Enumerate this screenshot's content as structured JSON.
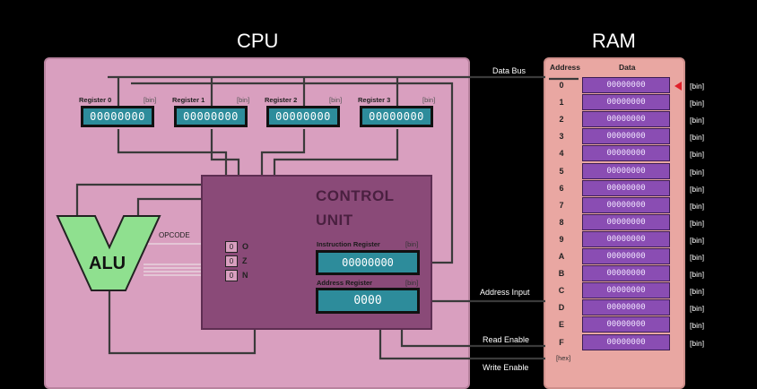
{
  "cpu": {
    "title": "CPU",
    "registers": [
      {
        "label": "Register 0",
        "tag": "[bin]",
        "value": "00000000"
      },
      {
        "label": "Register 1",
        "tag": "[bin]",
        "value": "00000000"
      },
      {
        "label": "Register 2",
        "tag": "[bin]",
        "value": "00000000"
      },
      {
        "label": "Register 3",
        "tag": "[bin]",
        "value": "00000000"
      }
    ],
    "alu": {
      "label": "ALU",
      "opcode_label": "OPCODE"
    },
    "flags": [
      {
        "name": "O",
        "value": "0"
      },
      {
        "name": "Z",
        "value": "0"
      },
      {
        "name": "N",
        "value": "0"
      }
    ],
    "control_unit": {
      "title_line1": "CONTROL",
      "title_line2": "UNIT",
      "instruction_register": {
        "label": "Instruction Register",
        "tag": "[bin]",
        "value": "00000000"
      },
      "address_register": {
        "label": "Address Register",
        "tag": "[bin]",
        "value": "0000"
      }
    }
  },
  "ram": {
    "title": "RAM",
    "address_header": "Address",
    "data_header": "Data",
    "address_format": "[hex]",
    "cells": [
      {
        "address": "0",
        "data": "00000000",
        "tag": "[bin]"
      },
      {
        "address": "1",
        "data": "00000000",
        "tag": "[bin]"
      },
      {
        "address": "2",
        "data": "00000000",
        "tag": "[bin]"
      },
      {
        "address": "3",
        "data": "00000000",
        "tag": "[bin]"
      },
      {
        "address": "4",
        "data": "00000000",
        "tag": "[bin]"
      },
      {
        "address": "5",
        "data": "00000000",
        "tag": "[bin]"
      },
      {
        "address": "6",
        "data": "00000000",
        "tag": "[bin]"
      },
      {
        "address": "7",
        "data": "00000000",
        "tag": "[bin]"
      },
      {
        "address": "8",
        "data": "00000000",
        "tag": "[bin]"
      },
      {
        "address": "9",
        "data": "00000000",
        "tag": "[bin]"
      },
      {
        "address": "A",
        "data": "00000000",
        "tag": "[bin]"
      },
      {
        "address": "B",
        "data": "00000000",
        "tag": "[bin]"
      },
      {
        "address": "C",
        "data": "00000000",
        "tag": "[bin]"
      },
      {
        "address": "D",
        "data": "00000000",
        "tag": "[bin]"
      },
      {
        "address": "E",
        "data": "00000000",
        "tag": "[bin]"
      },
      {
        "address": "F",
        "data": "00000000",
        "tag": "[bin]"
      }
    ],
    "pointer_icon": "left-triangle-red",
    "pointer_address": "0"
  },
  "buses": {
    "data_bus": "Data Bus",
    "address_input": "Address Input",
    "read_enable": "Read Enable",
    "write_enable": "Write Enable"
  },
  "colors": {
    "background": "#000000",
    "cpu_panel": "#d99fbf",
    "ram_panel": "#e9a7a2",
    "register": "#2d8c9b",
    "control_unit": "#8a4a78",
    "alu": "#8fe08f",
    "ram_cell": "#8a4db3",
    "pointer": "#e0202a"
  }
}
